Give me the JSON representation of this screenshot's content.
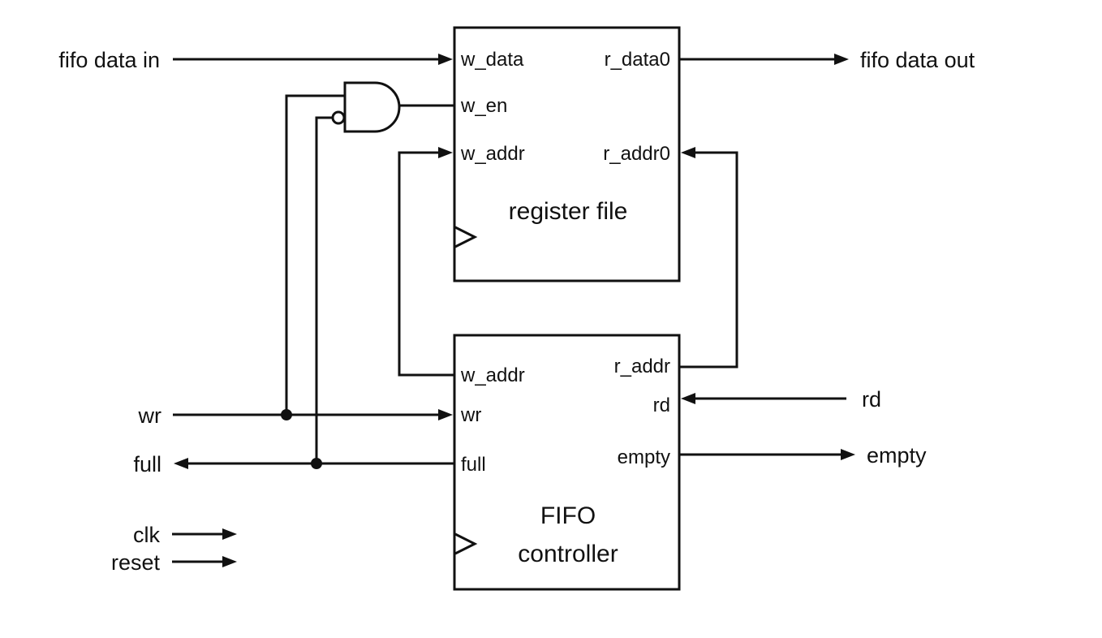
{
  "inputs": {
    "fifo_data_in": "fifo data in",
    "wr": "wr",
    "clk": "clk",
    "reset": "reset",
    "rd": "rd"
  },
  "outputs": {
    "fifo_data_out": "fifo data out",
    "full": "full",
    "empty": "empty"
  },
  "register_file": {
    "title": "register file",
    "ports": {
      "w_data": "w_data",
      "w_en": "w_en",
      "w_addr": "w_addr",
      "r_data0": "r_data0",
      "r_addr0": "r_addr0"
    }
  },
  "fifo_controller": {
    "title_line1": "FIFO",
    "title_line2": "controller",
    "ports": {
      "w_addr": "w_addr",
      "wr": "wr",
      "full": "full",
      "r_addr": "r_addr",
      "rd": "rd",
      "empty": "empty"
    }
  }
}
